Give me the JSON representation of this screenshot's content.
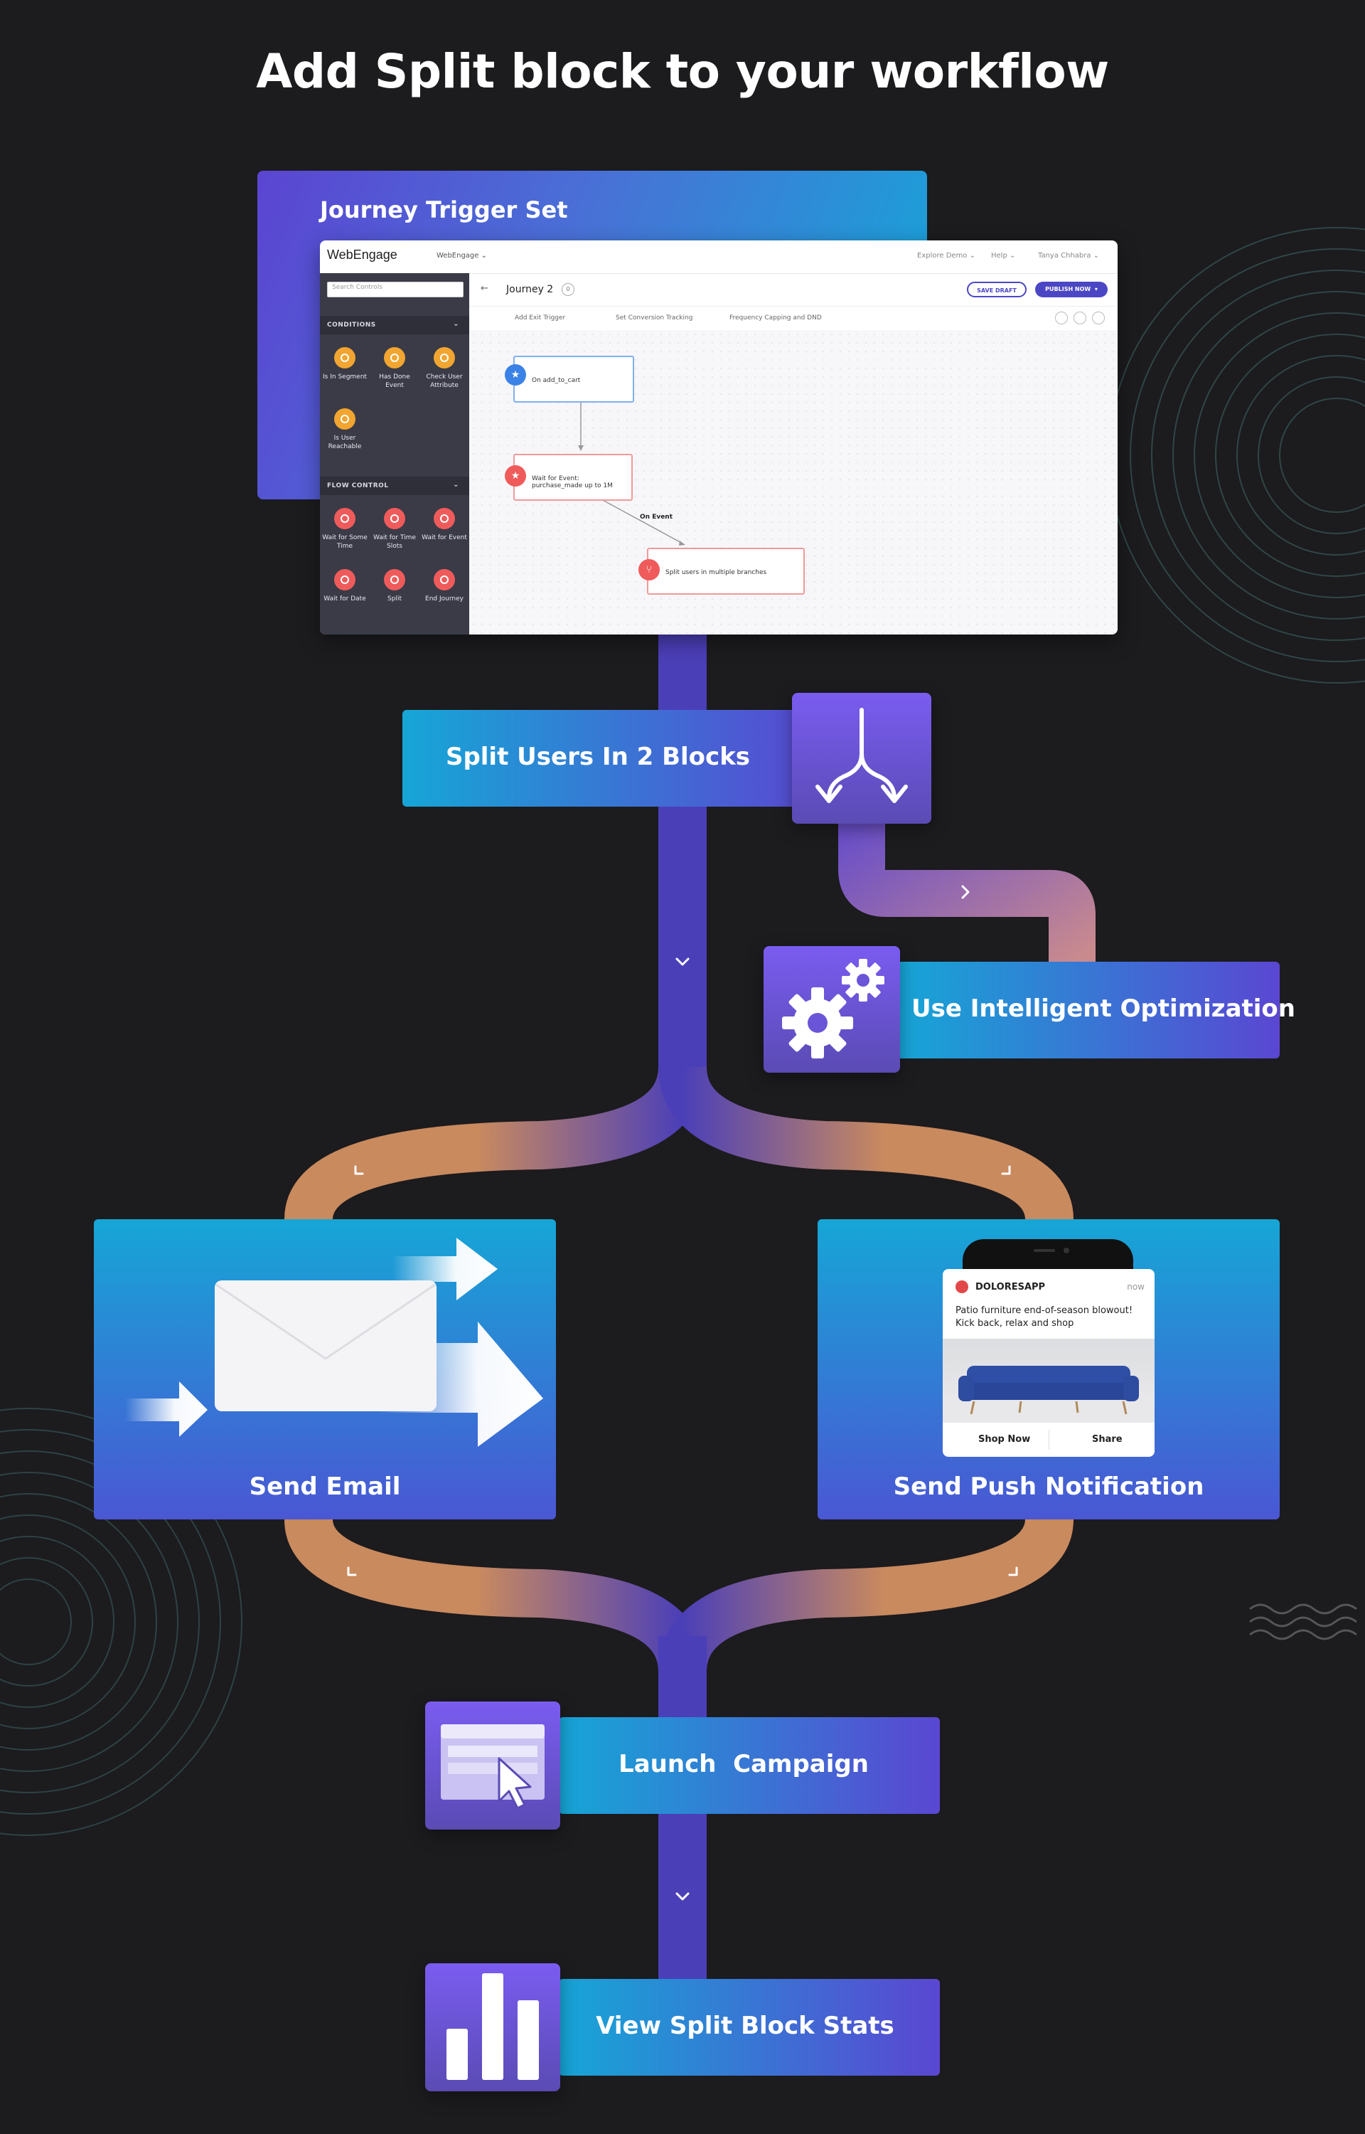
{
  "heading": "Add Split block to your workflow",
  "trigger": {
    "title": "Journey Trigger Set",
    "app": {
      "brand": "WebEngage",
      "workspace": "WebEngage",
      "nav": [
        "Explore Demo",
        "Help",
        "Tanya Chhabra"
      ],
      "search_placeholder": "Search Controls",
      "conditions_label": "CONDITIONS",
      "conditions": [
        "Is In Segment",
        "Has Done Event",
        "Check User Attribute",
        "Is User Reachable"
      ],
      "flow_label": "FLOW CONTROL",
      "flow": [
        "Wait for Some Time",
        "Wait for Time Slots",
        "Wait for Event",
        "Wait for Date",
        "Split",
        "End Journey"
      ],
      "journey_name": "Journey 2",
      "journey_badge": "0",
      "save_draft": "SAVE DRAFT",
      "publish": "PUBLISH NOW",
      "tabs": [
        "Add Exit Trigger",
        "Set Conversion Tracking",
        "Frequency Capping and DND"
      ],
      "nodes": {
        "trigger": "On add_to_cart",
        "wait": "Wait for Event: purchase_made up to 1M",
        "split": "Split users in multiple branches",
        "edge": "On Event"
      }
    }
  },
  "steps": {
    "split": "Split Users In 2 Blocks",
    "optimize": "Use Intelligent Optimization",
    "email": "Send Email",
    "push": "Send Push Notification",
    "launch": "Launch  Campaign",
    "stats": "View Split Block Stats"
  },
  "push_notification": {
    "app": "DOLORESAPP",
    "time": "now",
    "body": "Patio furniture end-of-season blowout! Kick back, relax and shop",
    "action_primary": "Shop Now",
    "action_secondary": "Share"
  },
  "colors": {
    "background": "#1c1b1e",
    "path_purple": "#4b3fb8",
    "path_orange": "#c98a5e",
    "gradient_start": "#16a6d6",
    "gradient_end": "#5a47d2"
  }
}
